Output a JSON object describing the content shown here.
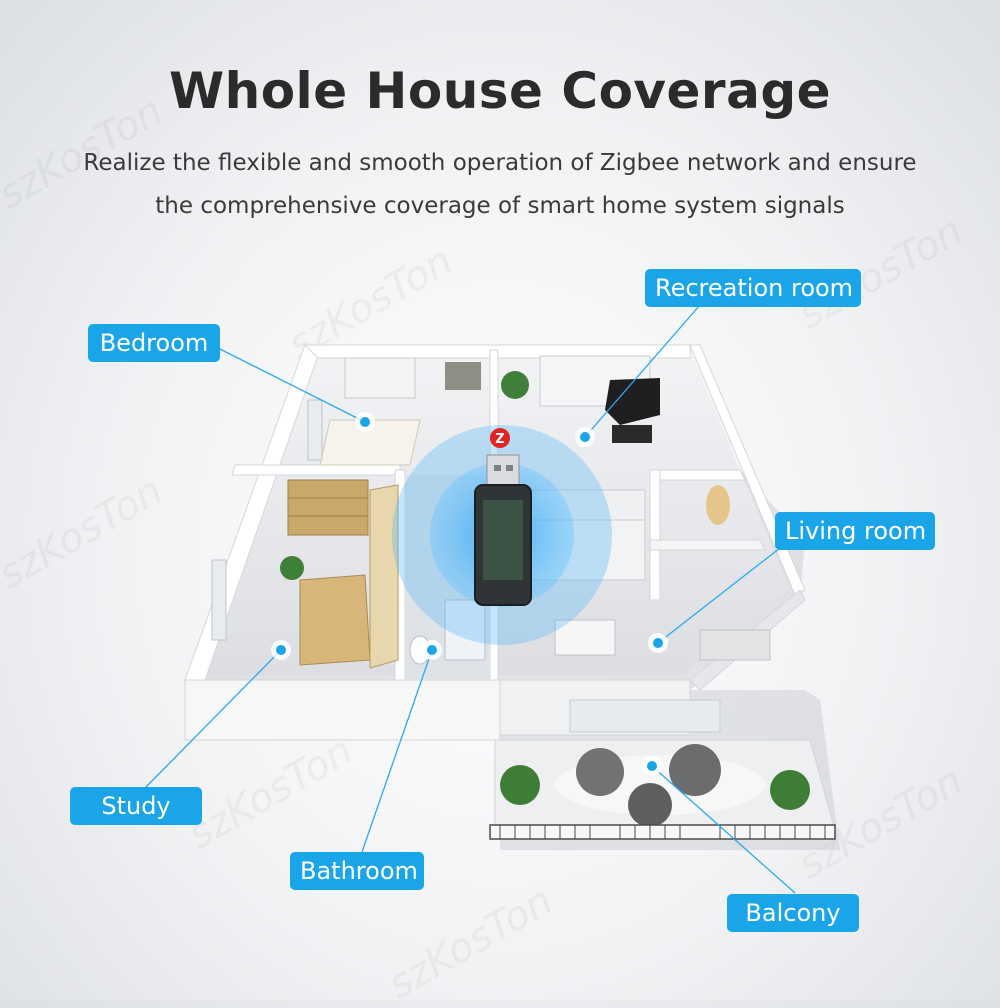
{
  "header": {
    "title": "Whole House Coverage",
    "subtitle_line1": "Realize the flexible and smooth operation of Zigbee network and ensure",
    "subtitle_line2": "the comprehensive coverage of smart home system signals"
  },
  "rooms": {
    "bedroom": "Bedroom",
    "recreation": "Recreation room",
    "living": "Living room",
    "study": "Study",
    "bathroom": "Bathroom",
    "balcony": "Balcony"
  },
  "device": {
    "badge_letter": "Z"
  },
  "watermark": "szKosTon",
  "colors": {
    "accent": "#1aa5e8",
    "signal": "#2aa8f0",
    "wall": "#ffffff",
    "floor": "#e8e9eb"
  }
}
